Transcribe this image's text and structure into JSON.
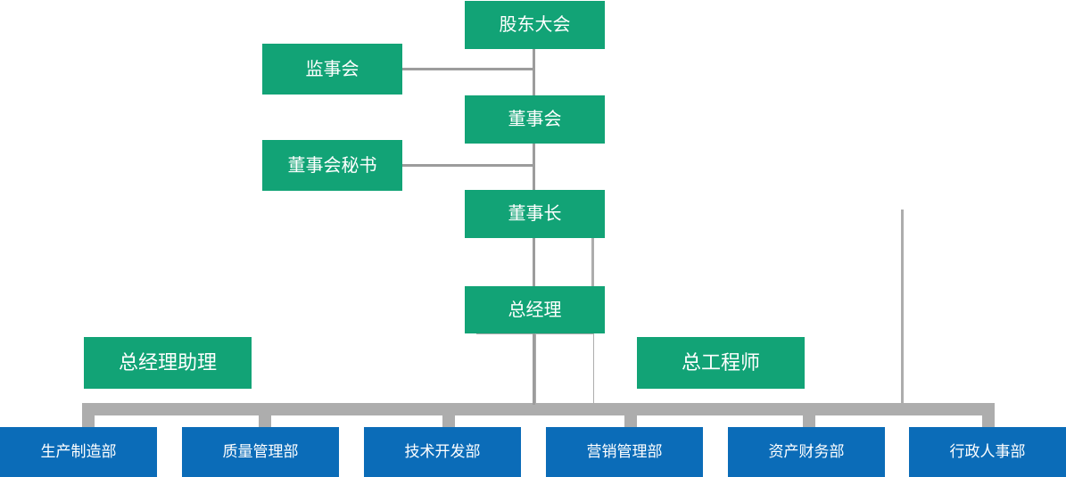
{
  "chart_data": {
    "type": "diagram",
    "title": "",
    "subtitle": "",
    "diagram_kind": "organization-chart",
    "colors": {
      "governance_node": "#12a376",
      "department_node": "#0b6cb8",
      "connector": "#9c9c9c",
      "band": "#adadad",
      "node_text": "#ffffff",
      "background": "#ffffff"
    },
    "nodes": [
      {
        "id": "shareholders",
        "label": "股东大会",
        "level": 0,
        "style": "green"
      },
      {
        "id": "supervisors",
        "label": "监事会",
        "level": 1,
        "style": "green"
      },
      {
        "id": "board",
        "label": "董事会",
        "level": 1,
        "style": "green"
      },
      {
        "id": "board-secretary",
        "label": "董事会秘书",
        "level": 2,
        "style": "green"
      },
      {
        "id": "chairman",
        "label": "董事长",
        "level": 2,
        "style": "green"
      },
      {
        "id": "general-manager",
        "label": "总经理",
        "level": 3,
        "style": "green"
      },
      {
        "id": "gm-assistant",
        "label": "总经理助理",
        "level": 4,
        "style": "green-lg"
      },
      {
        "id": "chief-engineer",
        "label": "总工程师",
        "level": 4,
        "style": "green-lg"
      },
      {
        "id": "production",
        "label": "生产制造部",
        "level": 5,
        "style": "blue"
      },
      {
        "id": "quality",
        "label": "质量管理部",
        "level": 5,
        "style": "blue"
      },
      {
        "id": "technology",
        "label": "技术开发部",
        "level": 5,
        "style": "blue"
      },
      {
        "id": "marketing",
        "label": "营销管理部",
        "level": 5,
        "style": "blue"
      },
      {
        "id": "finance",
        "label": "资产财务部",
        "level": 5,
        "style": "blue"
      },
      {
        "id": "administration",
        "label": "行政人事部",
        "level": 5,
        "style": "blue"
      }
    ],
    "edges": [
      {
        "from": "shareholders",
        "to": "board"
      },
      {
        "from": "supervisors",
        "to": "shareholders"
      },
      {
        "from": "board",
        "to": "chairman"
      },
      {
        "from": "board-secretary",
        "to": "chairman"
      },
      {
        "from": "chairman",
        "to": "general-manager"
      },
      {
        "from": "general-manager",
        "to": "production"
      },
      {
        "from": "general-manager",
        "to": "quality"
      },
      {
        "from": "general-manager",
        "to": "technology"
      },
      {
        "from": "general-manager",
        "to": "marketing"
      },
      {
        "from": "general-manager",
        "to": "finance"
      },
      {
        "from": "general-manager",
        "to": "administration"
      },
      {
        "from": "gm-assistant",
        "to": "general-manager"
      },
      {
        "from": "chief-engineer",
        "to": "general-manager"
      }
    ]
  },
  "nodes": {
    "shareholders": "股东大会",
    "supervisors": "监事会",
    "board": "董事会",
    "board_secretary": "董事会秘书",
    "chairman": "董事长",
    "general_manager": "总经理",
    "gm_assistant": "总经理助理",
    "chief_engineer": "总工程师",
    "departments": [
      "生产制造部",
      "质量管理部",
      "技术开发部",
      "营销管理部",
      "资产财务部",
      "行政人事部"
    ]
  }
}
